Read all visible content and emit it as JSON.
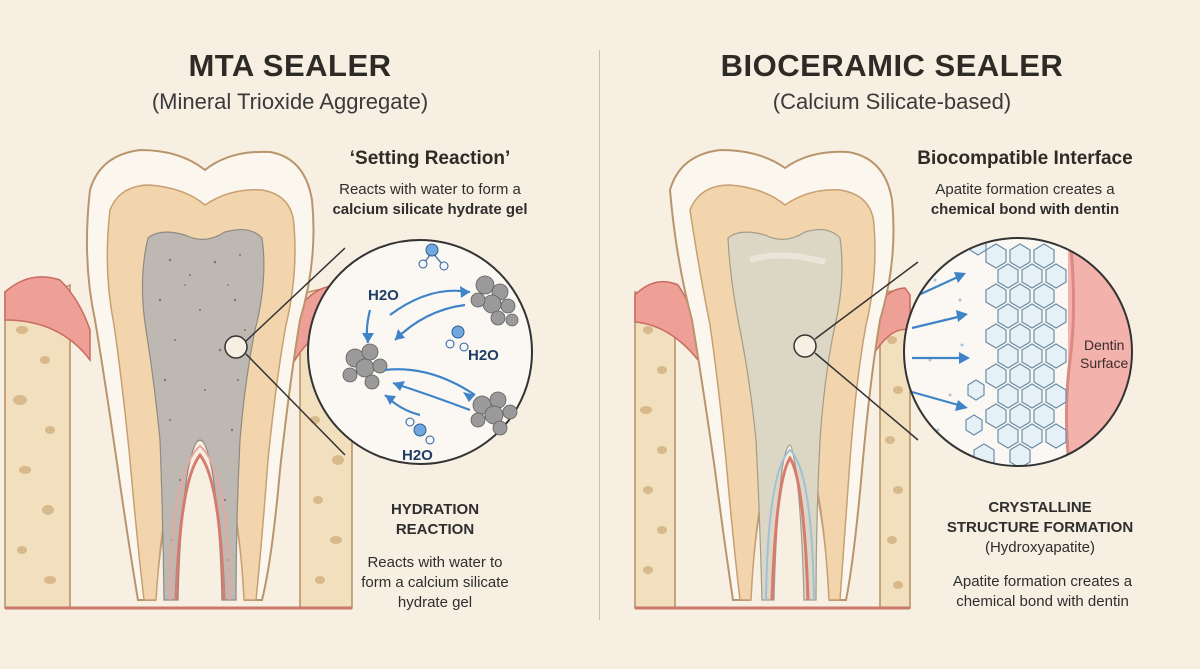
{
  "left": {
    "title": "MTA SEALER",
    "subtitle": "(Mineral Trioxide Aggregate)",
    "callout": {
      "heading": "‘Setting Reaction’",
      "line1": "Reacts with water to form a",
      "line2": "calcium silicate hydrate gel"
    },
    "molecule_labels": [
      "H2O",
      "H2O",
      "H2O"
    ],
    "bottom": {
      "heading_line1": "HYDRATION",
      "heading_line2": "REACTION",
      "line1": "Reacts with water to",
      "line2": "form a calcium silicate",
      "line3": "hydrate gel"
    }
  },
  "right": {
    "title": "BIOCERAMIC SEALER",
    "subtitle": "(Calcium Silicate-based)",
    "callout": {
      "heading": "Biocompatible Interface",
      "line1": "Apatite formation creates a",
      "line2": "chemical bond with dentin"
    },
    "dentin_label_line1": "Dentin",
    "dentin_label_line2": "Surface",
    "bottom": {
      "heading_line1": "CRYSTALLINE",
      "heading_line2": "STRUCTURE FORMATION",
      "heading_line3": "(Hydroxyapatite)",
      "line1": "Apatite formation creates a",
      "line2": "chemical bond with dentin"
    }
  },
  "colors": {
    "background": "#f7efe2",
    "enamel": "#fbf7ef",
    "dentin": "#f2d5ad",
    "gum": "#ee9f96",
    "bone": "#f1dfbd",
    "arrow": "#3f84c9",
    "crystal": "#e6f0f7"
  }
}
